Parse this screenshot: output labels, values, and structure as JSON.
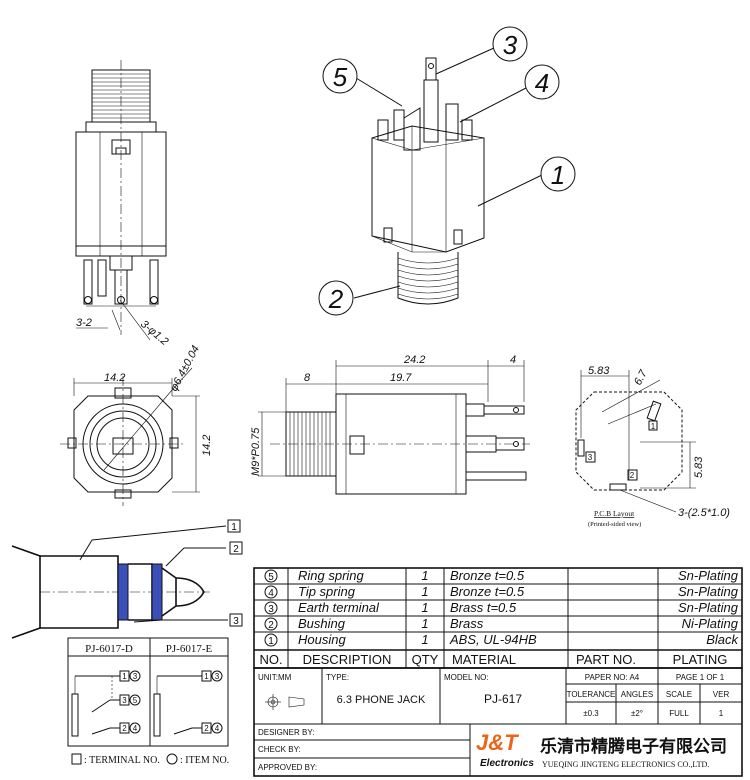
{
  "callouts": {
    "n1": "1",
    "n2": "2",
    "n3": "3",
    "n4": "4",
    "n5": "5"
  },
  "side_view": {
    "dim_3_2": "3-2",
    "dim_phi_1_2": "3-φ1.2"
  },
  "front_view": {
    "width": "14.2",
    "height": "14.2",
    "hole": "φ6.4±0.04"
  },
  "profile_view": {
    "dim_total": "24.2",
    "dim_tab": "4",
    "dim_bushing": "8",
    "dim_body": "19.7",
    "thread": "M9*P0.75"
  },
  "pcb_layout": {
    "dim_x": "5.83",
    "dim_diag": "6.7",
    "dim_y": "5.83",
    "holes": "3-(2.5*1.0)",
    "title": "P.C.B Layout",
    "subtitle": "(Printed-sided view)",
    "pin1": "1",
    "pin2": "2",
    "pin3": "3"
  },
  "plug_labels": {
    "l1": "1",
    "l2": "2",
    "l3": "3"
  },
  "schematic": {
    "left_title": "PJ-6017-D",
    "right_title": "PJ-6017-E",
    "legend_terminal": ": TERMINAL NO.",
    "legend_item": ": ITEM NO.",
    "pins_left": [
      "1",
      "3",
      "3",
      "5",
      "2",
      "4"
    ],
    "pins_right": [
      "1",
      "3",
      "2",
      "4"
    ]
  },
  "bom": {
    "rows": [
      {
        "no": "5",
        "desc": "Ring spring",
        "qty": "1",
        "material": "Bronze t=0.5",
        "plating": "Sn-Plating"
      },
      {
        "no": "4",
        "desc": "Tip spring",
        "qty": "1",
        "material": "Bronze t=0.5",
        "plating": "Sn-Plating"
      },
      {
        "no": "3",
        "desc": "Earth terminal",
        "qty": "1",
        "material": "Brass t=0.5",
        "plating": "Sn-Plating"
      },
      {
        "no": "2",
        "desc": "Bushing",
        "qty": "1",
        "material": "Brass",
        "plating": "Ni-Plating"
      },
      {
        "no": "1",
        "desc": "Housing",
        "qty": "1",
        "material": "ABS, UL-94HB",
        "plating": "Black"
      }
    ],
    "header": {
      "no": "NO.",
      "desc": "DESCRIPTION",
      "qty": "QTY",
      "material": "MATERIAL",
      "part": "PART NO.",
      "plating": "PLATING"
    }
  },
  "title_block": {
    "unit": "UNIT:MM",
    "type_label": "TYPE:",
    "type_value": "6.3 PHONE JACK",
    "model_label": "MODEL NO:",
    "model_value": "PJ-617",
    "paper": "PAPER NO: A4",
    "page": "PAGE 1 OF 1",
    "tolerance_label": "TOLERANCE",
    "angles_label": "ANGLES",
    "scale_label": "SCALE",
    "ver_label": "VER",
    "tolerance_value": "±0.3",
    "angles_value": "±2°",
    "scale_value": "FULL",
    "ver_value": "1",
    "designer": "DESIGNER BY:",
    "check": "CHECK BY:",
    "approved": "APPROVED BY:",
    "logo_mark": "J&T",
    "logo_sub": "Electronics",
    "company_cn": "乐清市精腾电子有限公司",
    "company_en": "YUEQING JINGTENG ELECTRONICS CO.,LTD."
  }
}
